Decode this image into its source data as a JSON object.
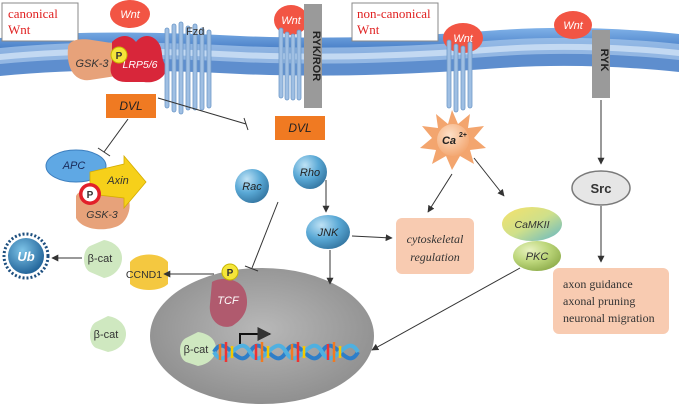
{
  "labels": {
    "canonical_box": [
      "canonical",
      "Wnt"
    ],
    "noncanonical_box": [
      "non-canonical",
      "Wnt"
    ],
    "wnt": "Wnt",
    "gsk3": "GSK-3",
    "p": "P",
    "lrp": "LRP5/6",
    "fzd": "Fzd",
    "ryk_ror": "RYK/ROR",
    "ryk": "RYK",
    "dvl": "DVL",
    "apc": "APC",
    "axin": "Axin",
    "ub": "Ub",
    "beta_cat": "β-cat",
    "ccnd1": "CCND1",
    "rac": "Rac",
    "rho": "Rho",
    "jnk": "JNK",
    "tcf": "TCF",
    "ca": "Ca",
    "ca_sup": "2+",
    "camkii": "CaMKII",
    "pkc": "PKC",
    "src": "Src",
    "cytoskeletal": [
      "cytoskeletal",
      "regulation"
    ],
    "axon": [
      "axon guidance",
      "axonal pruning",
      "neuronal migration"
    ]
  },
  "colors": {
    "membrane_blue": "#5b8fd1",
    "wnt_red": "#f25544",
    "dvl_orange": "#f07a22",
    "lrp_red": "#d8263a",
    "gsk_tan": "#e7a27a",
    "p_yellow": "#f5e53a",
    "beta_cat_green": "#cfe8c0",
    "gray_receptor": "#9a9a9a",
    "nucleus_gray": "#a7a7a7",
    "peach_box": "#f8cbb1",
    "label_red": "#e02020"
  }
}
